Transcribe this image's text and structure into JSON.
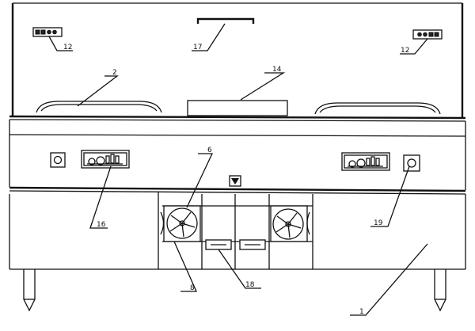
{
  "figure": {
    "reference_labels": {
      "label_1": "1",
      "label_2": "2",
      "label_6": "6",
      "label_8": "8",
      "label_12_left": "12",
      "label_12_right": "12",
      "label_14": "14",
      "label_16": "16",
      "label_17": "17",
      "label_18": "18",
      "label_19": "19"
    }
  }
}
